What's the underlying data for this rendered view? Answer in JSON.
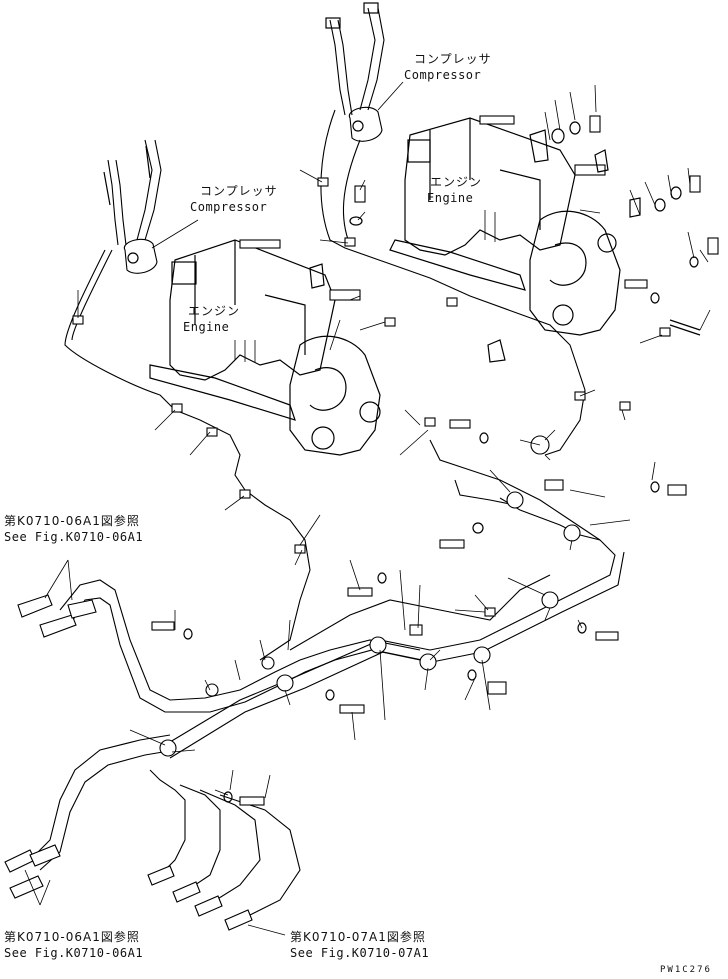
{
  "labels": {
    "compressor_right_jp": "コンプレッサ",
    "compressor_right_en": "Compressor",
    "compressor_left_jp": "コンプレッサ",
    "compressor_left_en": "Compressor",
    "engine_right_jp": "エンジン",
    "engine_right_en": "Engine",
    "engine_left_jp": "エンジン",
    "engine_left_en": "Engine",
    "ref1_jp": "第K0710-06A1図参照",
    "ref1_en": "See Fig.K0710-06A1",
    "ref2_jp": "第K0710-06A1図参照",
    "ref2_en": "See Fig.K0710-06A1",
    "ref3_jp": "第K0710-07A1図参照",
    "ref3_en": "See Fig.K0710-07A1",
    "drawing_code": "PW1C276"
  }
}
